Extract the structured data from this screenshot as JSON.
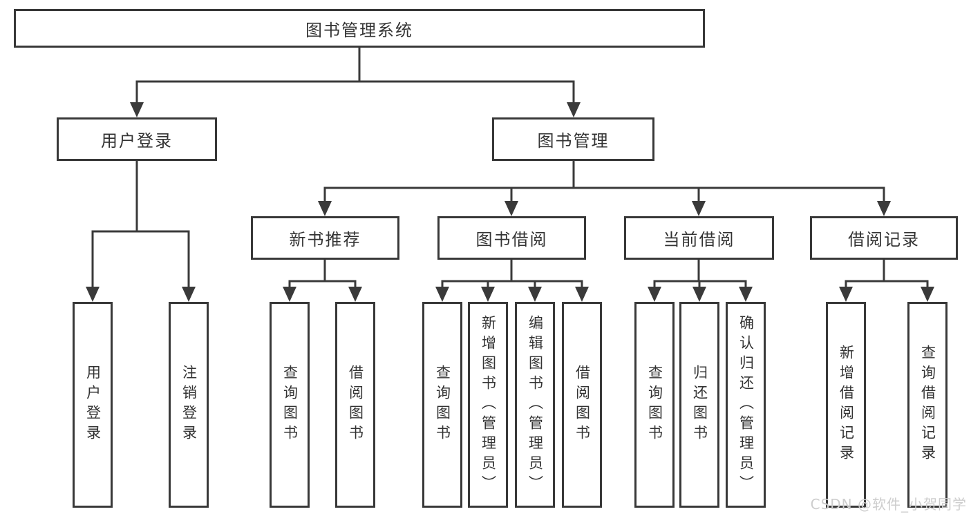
{
  "colors": {
    "line": "#3a3a3a",
    "border": "#383838",
    "text": "#333333",
    "background": "#ffffff",
    "watermark_text": "#cdcdcd"
  },
  "root": {
    "label": "图书管理系统"
  },
  "branches": [
    {
      "label": "用户登录",
      "children": [
        {
          "label": "用户登录"
        },
        {
          "label": "注销登录"
        }
      ]
    },
    {
      "label": "图书管理",
      "sections": [
        {
          "label": "新书推荐",
          "children": [
            {
              "label": "查询图书"
            },
            {
              "label": "借阅图书"
            }
          ]
        },
        {
          "label": "图书借阅",
          "children": [
            {
              "label": "查询图书"
            },
            {
              "label": "新增图书（管理员）"
            },
            {
              "label": "编辑图书（管理员）"
            },
            {
              "label": "借阅图书"
            }
          ]
        },
        {
          "label": "当前借阅",
          "children": [
            {
              "label": "查询图书"
            },
            {
              "label": "归还图书"
            },
            {
              "label": "确认归还（管理员）"
            }
          ]
        },
        {
          "label": "借阅记录",
          "children": [
            {
              "label": "新增借阅记录"
            },
            {
              "label": "查询借阅记录"
            }
          ]
        }
      ]
    }
  ],
  "watermark": {
    "text": "CSDN @软件_小贺同学"
  }
}
